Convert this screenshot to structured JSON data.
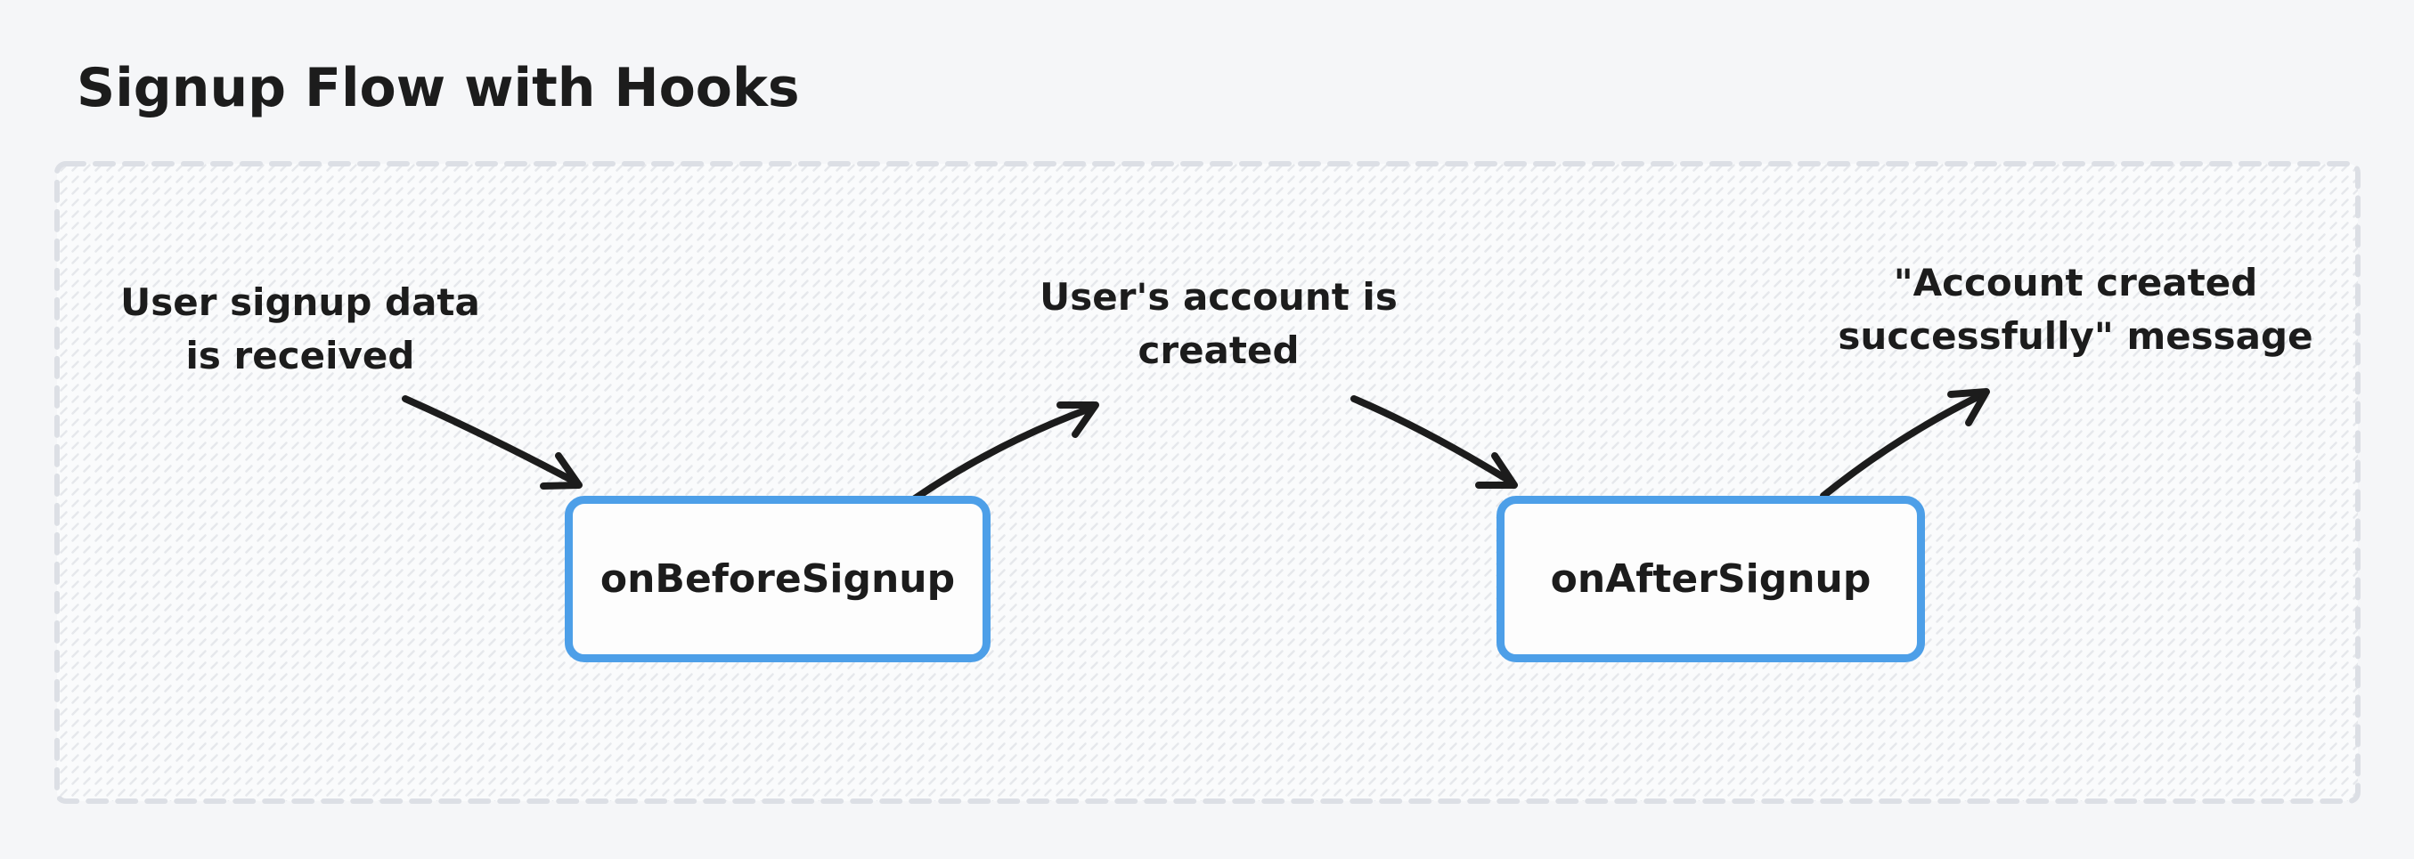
{
  "page": {
    "title": "Signup Flow with Hooks"
  },
  "colors": {
    "background": "#f5f6f8",
    "canvas_fill": "#fafbfc",
    "canvas_hatch": "#e6e8ec",
    "canvas_border": "#dcdfe5",
    "node_border": "#4d9fe8",
    "node_fill": "#fdfdfd",
    "ink": "#1c1c1c"
  },
  "diagram": {
    "annotations": [
      {
        "lines": [
          "User signup data",
          "is received"
        ]
      },
      {
        "lines": [
          "User's account is",
          "created"
        ]
      },
      {
        "lines": [
          "\"Account created",
          "successfully\" message"
        ]
      }
    ],
    "nodes": [
      {
        "label": "onBeforeSignup"
      },
      {
        "label": "onAfterSignup"
      }
    ],
    "flow": [
      {
        "from": "User signup data is received",
        "to": "onBeforeSignup"
      },
      {
        "from": "onBeforeSignup",
        "to": "User's account is created"
      },
      {
        "from": "User's account is created",
        "to": "onAfterSignup"
      },
      {
        "from": "onAfterSignup",
        "to": "\"Account created successfully\" message"
      }
    ]
  }
}
